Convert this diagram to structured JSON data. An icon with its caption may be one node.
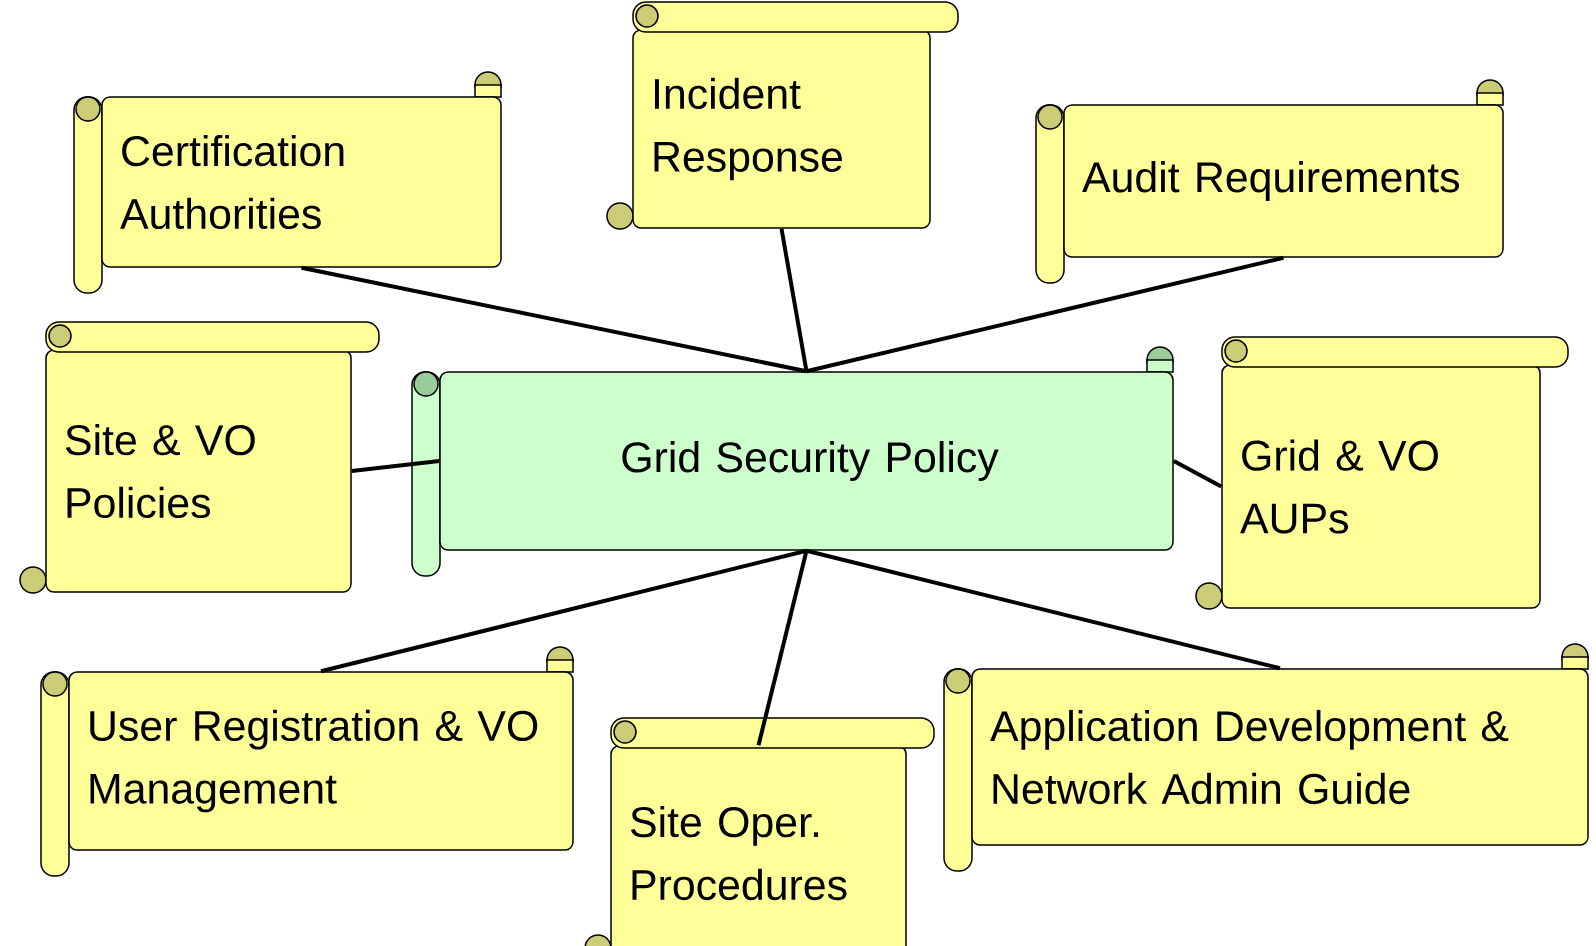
{
  "diagram": {
    "nodes": [
      {
        "text": [
          "Grid Security Policy"
        ]
      },
      {
        "text": [
          "Certification Authorities"
        ]
      },
      {
        "text": [
          "Incident Response"
        ]
      },
      {
        "text": [
          "Audit Requirements"
        ]
      },
      {
        "text": [
          "Site & VO Policies"
        ]
      },
      {
        "text": [
          "Grid & VO AUPs"
        ]
      },
      {
        "text": [
          "User Registration & VO Management"
        ]
      },
      {
        "text": [
          "Site Oper. Procedures"
        ]
      },
      {
        "text": [
          "Application Development & Network Admin Guide"
        ]
      }
    ],
    "edges": [
      {
        "from": 0,
        "to": 1,
        "arrow": "none"
      },
      {
        "from": 0,
        "to": 2,
        "arrow": "none"
      },
      {
        "from": 0,
        "to": 3,
        "arrow": "none"
      },
      {
        "from": 0,
        "to": 4,
        "arrow": "none"
      },
      {
        "from": 0,
        "to": 5,
        "arrow": "none"
      },
      {
        "from": 0,
        "to": 6,
        "arrow": "none"
      },
      {
        "from": 0,
        "to": 7,
        "arrow": "none"
      },
      {
        "from": 0,
        "to": 8,
        "arrow": "none"
      }
    ]
  }
}
